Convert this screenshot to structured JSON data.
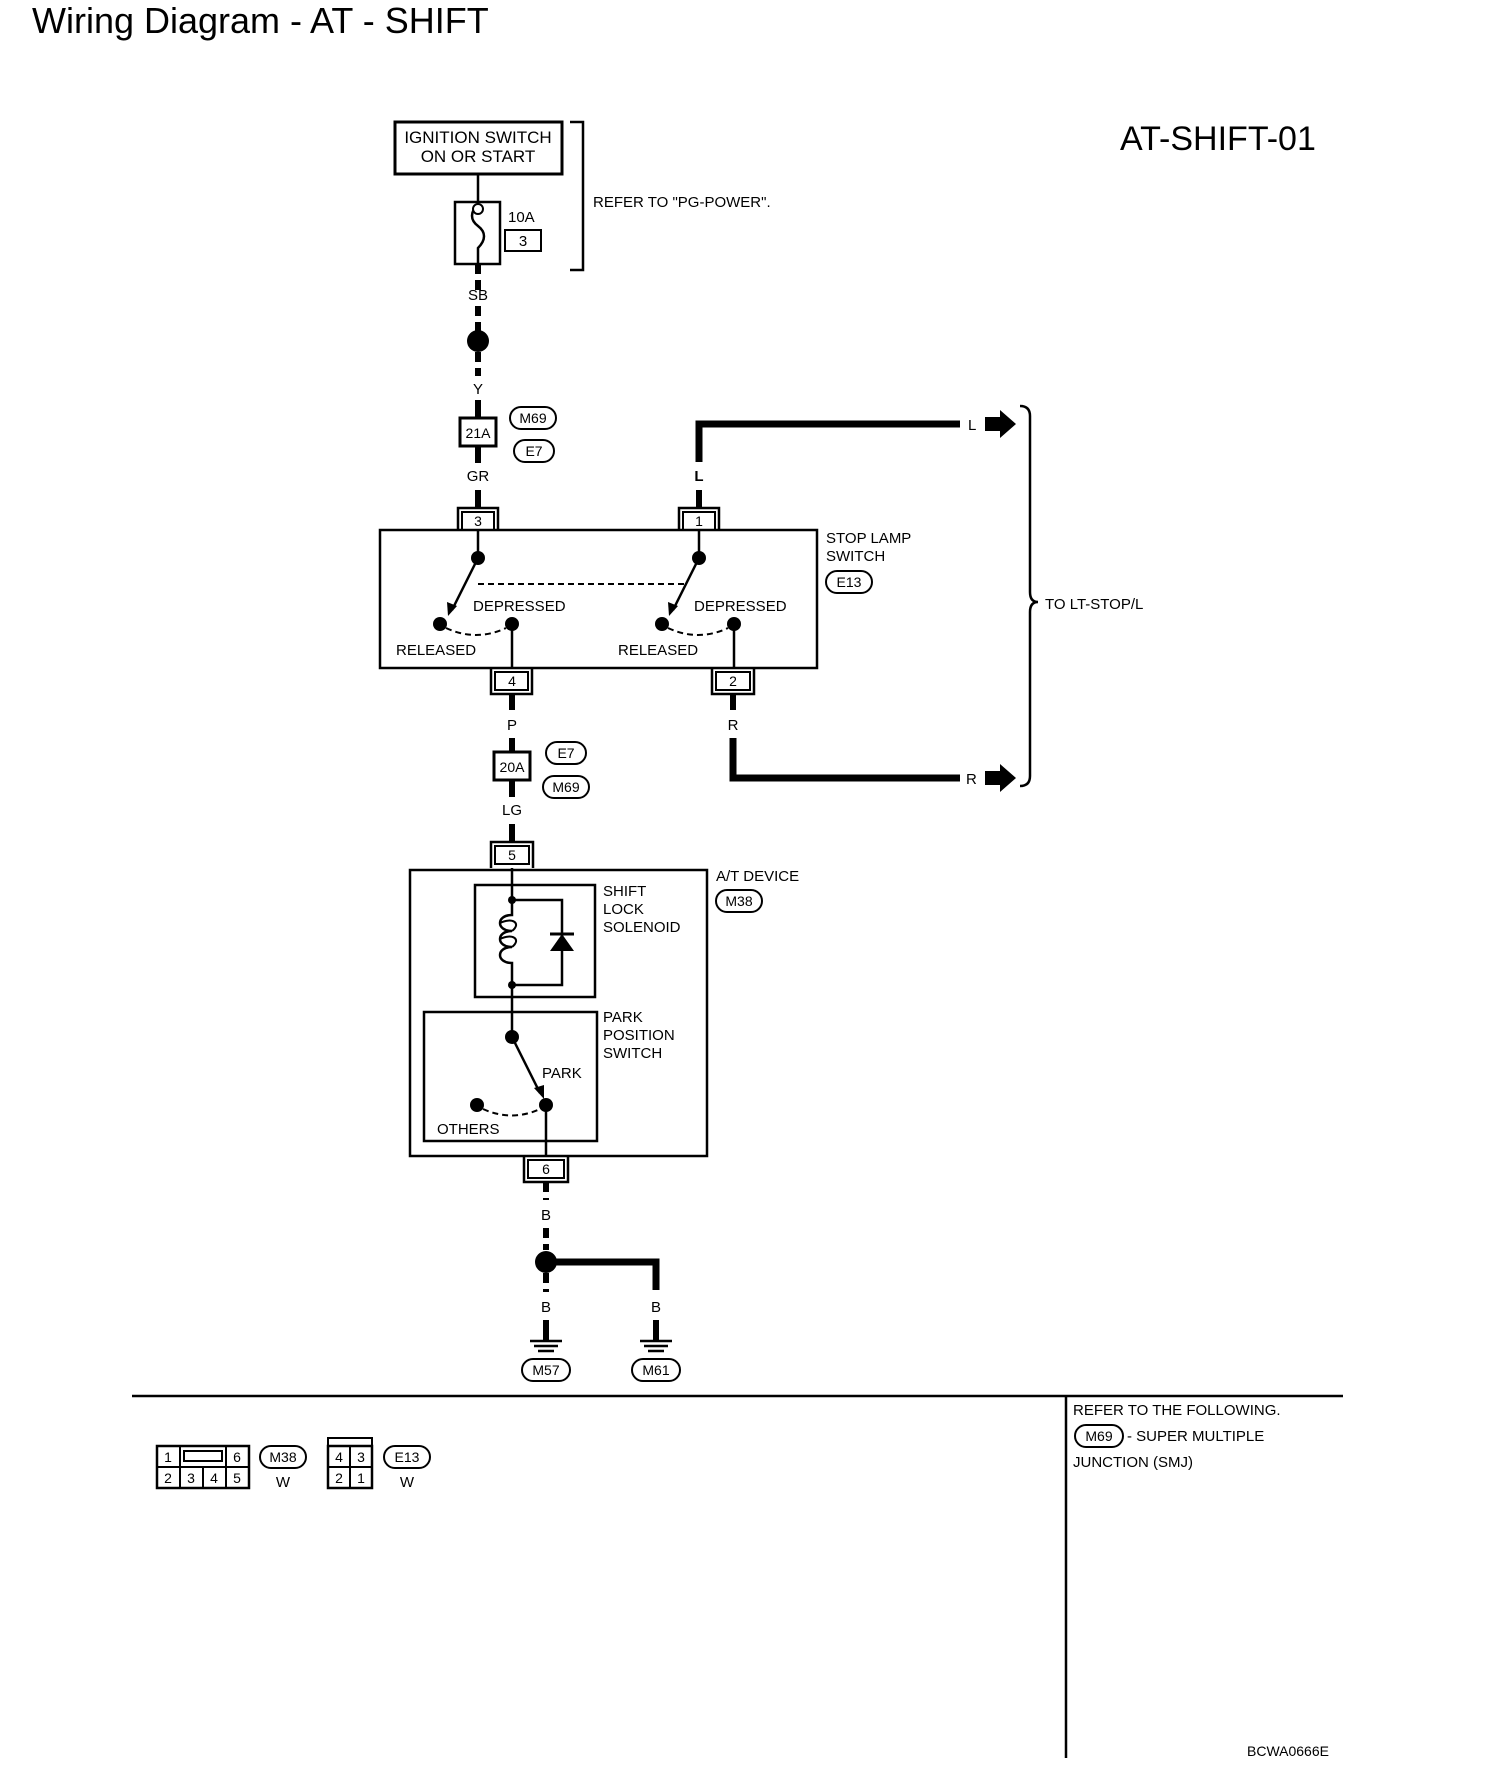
{
  "title": "Wiring Diagram - AT - SHIFT",
  "diagram_id": "AT-SHIFT-01",
  "figure_code": "BCWA0666E",
  "ignition": {
    "box_line1": "IGNITION SWITCH",
    "box_line2": "ON OR START",
    "fuse_rating": "10A",
    "fuse_number": "3",
    "refer": "REFER TO \"PG-POWER\"."
  },
  "wires": {
    "sb": "SB",
    "y": "Y",
    "gr": "GR",
    "l": "L",
    "l_out": "L",
    "p": "P",
    "r": "R",
    "r_out": "R",
    "lg": "LG",
    "b1": "B",
    "b2": "B",
    "b3": "B"
  },
  "joint1": {
    "terminal": "21A",
    "conn_a": "M69",
    "conn_b": "E7"
  },
  "joint2": {
    "terminal": "20A",
    "conn_a": "E7",
    "conn_b": "M69"
  },
  "stop_lamp": {
    "name_line1": "STOP LAMP",
    "name_line2": "SWITCH",
    "connector": "E13",
    "pin_3": "3",
    "pin_1": "1",
    "pin_4": "4",
    "pin_2": "2",
    "depressed_1": "DEPRESSED",
    "depressed_2": "DEPRESSED",
    "released_1": "RELEASED",
    "released_2": "RELEASED",
    "to": "TO LT-STOP/L"
  },
  "at_device": {
    "name": "A/T DEVICE",
    "connector": "M38",
    "pin_5": "5",
    "pin_6": "6",
    "solenoid_line1": "SHIFT",
    "solenoid_line2": "LOCK",
    "solenoid_line3": "SOLENOID",
    "park_line1": "PARK",
    "park_line2": "POSITION",
    "park_line3": "SWITCH",
    "park": "PARK",
    "others": "OTHERS"
  },
  "grounds": {
    "g1": "M57",
    "g2": "M61"
  },
  "connector_views": {
    "m38": {
      "name": "M38",
      "color": "W",
      "top_left": "1",
      "top_right": "6",
      "bottom": [
        "2",
        "3",
        "4",
        "5"
      ]
    },
    "e13": {
      "name": "E13",
      "color": "W",
      "top": [
        "4",
        "3"
      ],
      "bottom": [
        "2",
        "1"
      ]
    }
  },
  "reference": {
    "line1": "REFER TO THE FOLLOWING.",
    "connector": "M69",
    "line2": "- SUPER MULTIPLE",
    "line3": "JUNCTION (SMJ)"
  }
}
